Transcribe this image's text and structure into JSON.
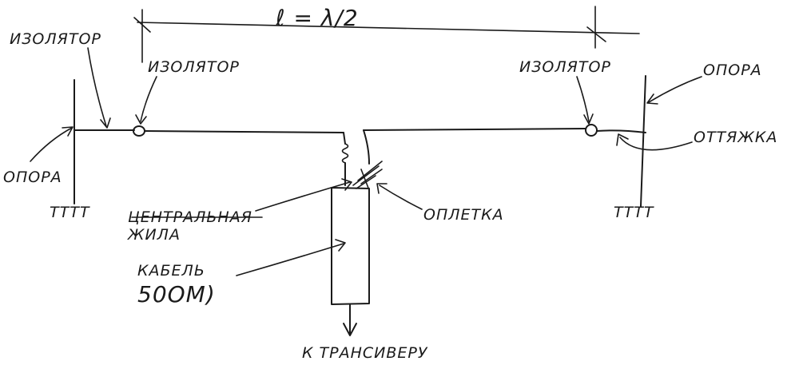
{
  "diagram": {
    "length_label": "ℓ = λ/2",
    "labels": {
      "insulator_left_top": "ИЗОЛЯТОР",
      "insulator_left": "ИЗОЛЯТОР",
      "insulator_right": "ИЗОЛЯТОР",
      "support_left": "ОПОРА",
      "support_right": "ОПОРА",
      "guy_wire": "ОТТЯЖКА",
      "central_core_line1": "ЦЕНТРАЛЬНАЯ",
      "central_core_line2": "ЖИЛА",
      "braid": "ОПЛЕТКА",
      "cable_line1": "КАБЕЛЬ",
      "cable_line2": "50ОМ)",
      "to_transceiver": "К ТРАНСИВЕРУ"
    },
    "ground_symbol": "ТТТТ"
  }
}
